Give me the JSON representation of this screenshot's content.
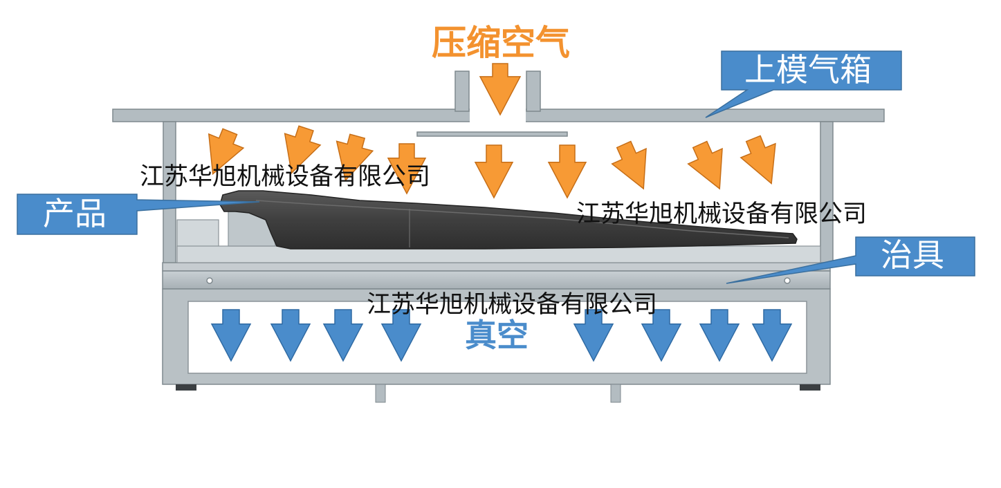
{
  "diagram": {
    "top_title": "压缩空气",
    "bottom_title": "真空",
    "watermark": "江苏华旭机械设备有限公司",
    "callouts": {
      "upper_box": "上模气箱",
      "product": "产品",
      "fixture": "治具"
    },
    "colors": {
      "air_arrow": "#f79a35",
      "vacuum_arrow": "#4a8ccb",
      "callout_fill": "#4a8ccb",
      "frame": "#a8b2b8",
      "product": "#4a4a4a"
    }
  }
}
